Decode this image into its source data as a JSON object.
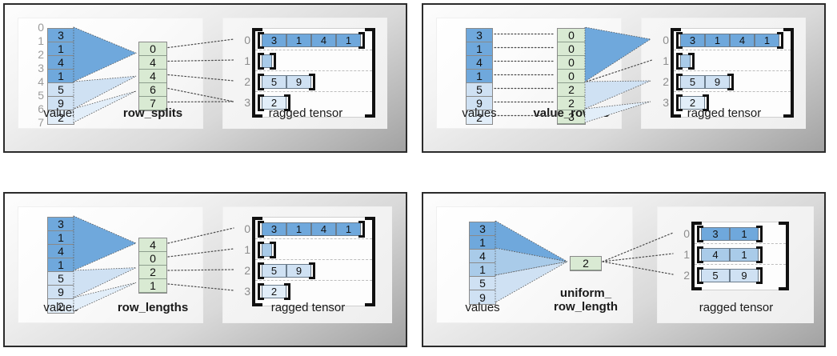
{
  "colors": {
    "blue_dark": "#6fa8dc",
    "blue_mid": "#a9cbe9",
    "blue_light": "#cfe1f3",
    "blue_lightest": "#e2eef9",
    "green": "#d9ead3",
    "frame": "#2b2b2b"
  },
  "labels": {
    "values": "values",
    "ragged_tensor": "ragged tensor"
  },
  "panels": [
    {
      "id": "row_splits",
      "encoding_label": "row_splits",
      "values": {
        "caption": "values",
        "cells": [
          "3",
          "1",
          "4",
          "1",
          "5",
          "9",
          "2"
        ],
        "tints": [
          0,
          0,
          0,
          0,
          2,
          2,
          3
        ],
        "indices": [
          "0",
          "1",
          "2",
          "3",
          "4",
          "5",
          "6",
          "7"
        ],
        "show_indices": true
      },
      "encoding": {
        "cells": [
          "0",
          "4",
          "4",
          "6",
          "7"
        ]
      },
      "tensor": {
        "caption": "ragged tensor",
        "row_labels": [
          "0",
          "1",
          "2",
          "3"
        ],
        "rows": [
          [
            "3",
            "1",
            "4",
            "1"
          ],
          [],
          [
            "5",
            "9"
          ],
          [
            "2"
          ]
        ],
        "tints": [
          0,
          1,
          2,
          3
        ]
      }
    },
    {
      "id": "value_rowids",
      "encoding_label": "value_rowids",
      "values": {
        "caption": "values",
        "cells": [
          "3",
          "1",
          "4",
          "1",
          "5",
          "9",
          "2"
        ],
        "tints": [
          0,
          0,
          0,
          0,
          2,
          2,
          3
        ],
        "indices": [],
        "show_indices": false
      },
      "encoding": {
        "cells": [
          "0",
          "0",
          "0",
          "0",
          "2",
          "2",
          "3"
        ]
      },
      "tensor": {
        "caption": "ragged tensor",
        "row_labels": [
          "0",
          "1",
          "2",
          "3"
        ],
        "rows": [
          [
            "3",
            "1",
            "4",
            "1"
          ],
          [],
          [
            "5",
            "9"
          ],
          [
            "2"
          ]
        ],
        "tints": [
          0,
          1,
          2,
          3
        ]
      }
    },
    {
      "id": "row_lengths",
      "encoding_label": "row_lengths",
      "values": {
        "caption": "values",
        "cells": [
          "3",
          "1",
          "4",
          "1",
          "5",
          "9",
          "2"
        ],
        "tints": [
          0,
          0,
          0,
          0,
          2,
          2,
          3
        ],
        "indices": [],
        "show_indices": false
      },
      "encoding": {
        "cells": [
          "4",
          "0",
          "2",
          "1"
        ]
      },
      "tensor": {
        "caption": "ragged tensor",
        "row_labels": [
          "0",
          "1",
          "2",
          "3"
        ],
        "rows": [
          [
            "3",
            "1",
            "4",
            "1"
          ],
          [],
          [
            "5",
            "9"
          ],
          [
            "2"
          ]
        ],
        "tints": [
          0,
          1,
          2,
          3
        ]
      }
    },
    {
      "id": "uniform_row_length",
      "encoding_label": "uniform_\nrow_length",
      "values": {
        "caption": "values",
        "cells": [
          "3",
          "1",
          "4",
          "1",
          "5",
          "9"
        ],
        "tints": [
          0,
          0,
          1,
          1,
          2,
          2
        ],
        "indices": [],
        "show_indices": false
      },
      "encoding": {
        "cells": [
          "2"
        ]
      },
      "tensor": {
        "caption": "ragged tensor",
        "row_labels": [
          "0",
          "1",
          "2"
        ],
        "rows": [
          [
            "3",
            "1"
          ],
          [
            "4",
            "1"
          ],
          [
            "5",
            "9"
          ]
        ],
        "tints": [
          0,
          1,
          2
        ]
      }
    }
  ]
}
